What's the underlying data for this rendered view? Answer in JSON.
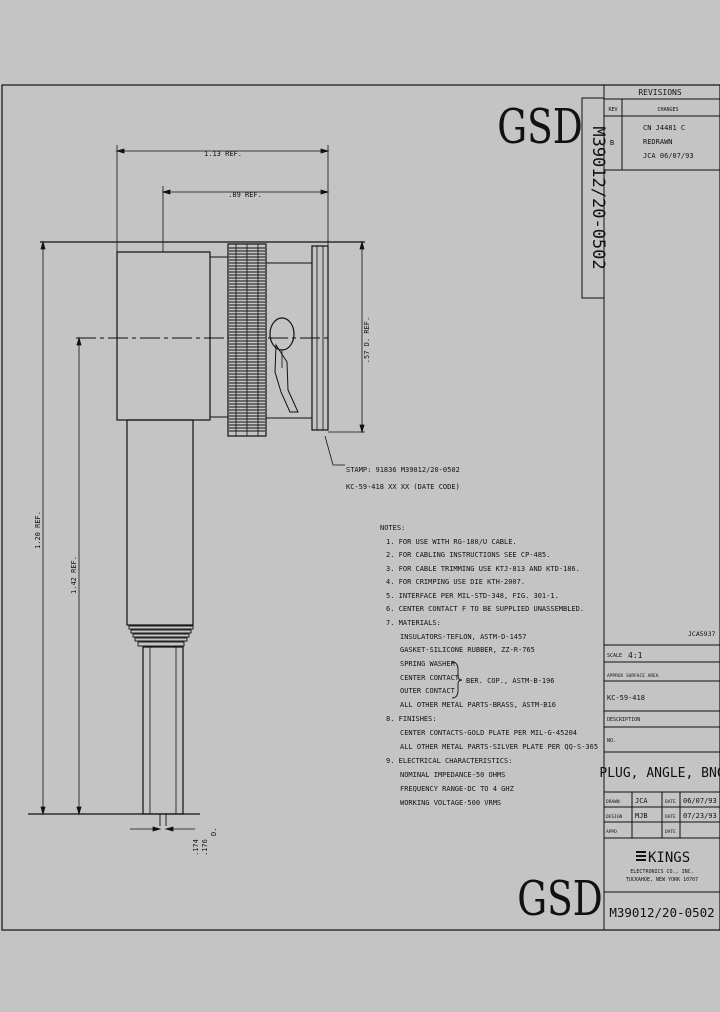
{
  "gsd_top": "GSD",
  "gsd_bottom": "GSD",
  "part_vertical": "M39012/20-0502",
  "revisions": {
    "title": "REVISIONS",
    "col_rev": "REV",
    "col_changes": "CHANGES",
    "rev": "B",
    "changes": [
      "CN  J4481 C",
      "REDRAWN",
      "JCA  06/07/93"
    ]
  },
  "dims": {
    "d_113": "1.13 REF.",
    "d_89": ".89 REF.",
    "d_57": ".57 D. REF.",
    "d_120": "1.20 REF.",
    "d_142": "1.42 REF.",
    "d_174": ".174",
    "d_176": ".176",
    "d_D": "D."
  },
  "stamp": [
    "STAMP: 91836 M39012/20-0502",
    "KC-59-418 XX XX (DATE CODE)"
  ],
  "notes": [
    "NOTES:",
    "1. FOR USE WITH RG-180/U CABLE.",
    "2. FOR CABLING INSTRUCTIONS SEE CP-485.",
    "3. FOR CABLE TRIMMING USE KTJ-813 AND KTD-186.",
    "4. FOR CRIMPING USE DIE KTH-2007.",
    "5. INTERFACE PER MIL-STD-348, FIG. 301-1.",
    "6. CENTER CONTACT F TO BE SUPPLIED UNASSEMBLED.",
    "7. MATERIALS:",
    "INSULATORS-TEFLON, ASTM-D-1457",
    "GASKET-SILICONE RUBBER, ZZ-R-765",
    "SPRING WASHER",
    "CENTER CONTACT",
    "OUTER CONTACT",
    "ALL OTHER METAL PARTS-BRASS, ASTM-B16",
    "8. FINISHES:",
    "CENTER CONTACTS-GOLD PLATE PER MIL-G-45204",
    "ALL OTHER METAL PARTS-SILVER PLATE PER QQ-S-365",
    "9. ELECTRICAL CHARACTERISTICS:",
    "NOMINAL IMPEDANCE-50 OHMS",
    "FREQUENCY RANGE-DC TO 4 GHZ",
    "WORKING VOLTAGE-500 VRMS"
  ],
  "material_brace": "BER. COP., ASTM-B-196",
  "title_block": {
    "jca_code": "JCA5937",
    "scale_label": "SCALE",
    "scale_value": "4:1",
    "approx_label": "APPROX SURFACE AREA",
    "part_kc": "KC-59-418",
    "descr_label": "DESCRIPTION",
    "no_label": "NO.",
    "title": "PLUG, ANGLE, BNC",
    "drawn_label": "DRAWN",
    "drawn_by": "JCA",
    "date_label": "DATE",
    "drawn_date": "06/07/93",
    "design_label": "DESIGN",
    "design_by": "MJB",
    "design_date": "07/23/93",
    "appd_label": "APPD",
    "company": "KINGS",
    "company_line1": "ELECTRONICS CO., INC.",
    "company_line2": "TUCKAHOE, NEW YORK 10707",
    "drawing_number": "M39012/20-0502"
  },
  "colors": {
    "background": "#c4c4c4",
    "ink": "#111111"
  }
}
